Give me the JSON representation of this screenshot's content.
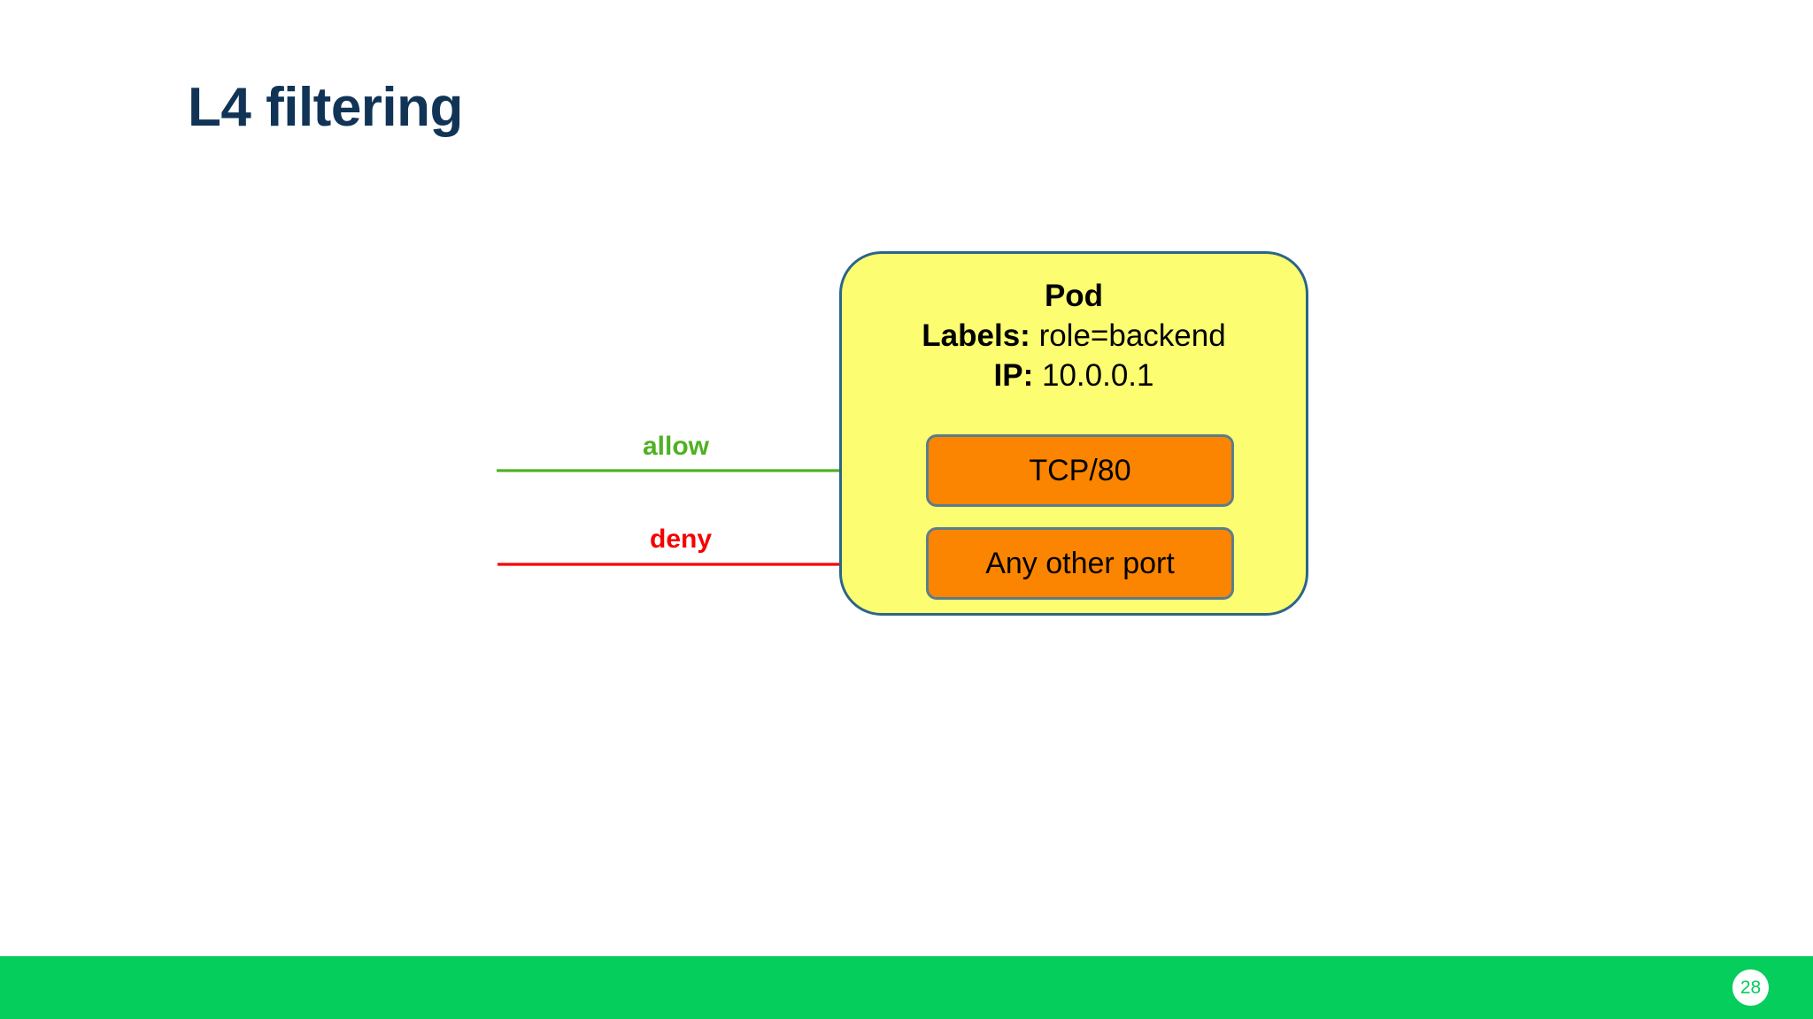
{
  "slide": {
    "title": "L4 filtering",
    "title_color": "#113456",
    "background": "#ffffff"
  },
  "diagram": {
    "pod": {
      "name": "Pod",
      "labels_key": "Labels:",
      "labels_value": "role=backend",
      "ip_key": "IP:",
      "ip_value": "10.0.0.1",
      "fill_color": "#fdfd72",
      "border_color": "#2b6589"
    },
    "ports": [
      {
        "label": "TCP/80",
        "verdict": "allow",
        "fill_color": "#fb8500",
        "border_color": "#5b7d8a"
      },
      {
        "label": "Any other port",
        "verdict": "deny",
        "fill_color": "#fb8500",
        "border_color": "#5b7d8a"
      }
    ],
    "flows": [
      {
        "label": "allow",
        "color": "#4fb123",
        "target": "TCP/80"
      },
      {
        "label": "deny",
        "color": "#f60000",
        "target": "Any other port"
      }
    ]
  },
  "footer": {
    "bar_color": "#06ce5d",
    "page_number": "28",
    "page_number_color": "#06ce5d"
  }
}
